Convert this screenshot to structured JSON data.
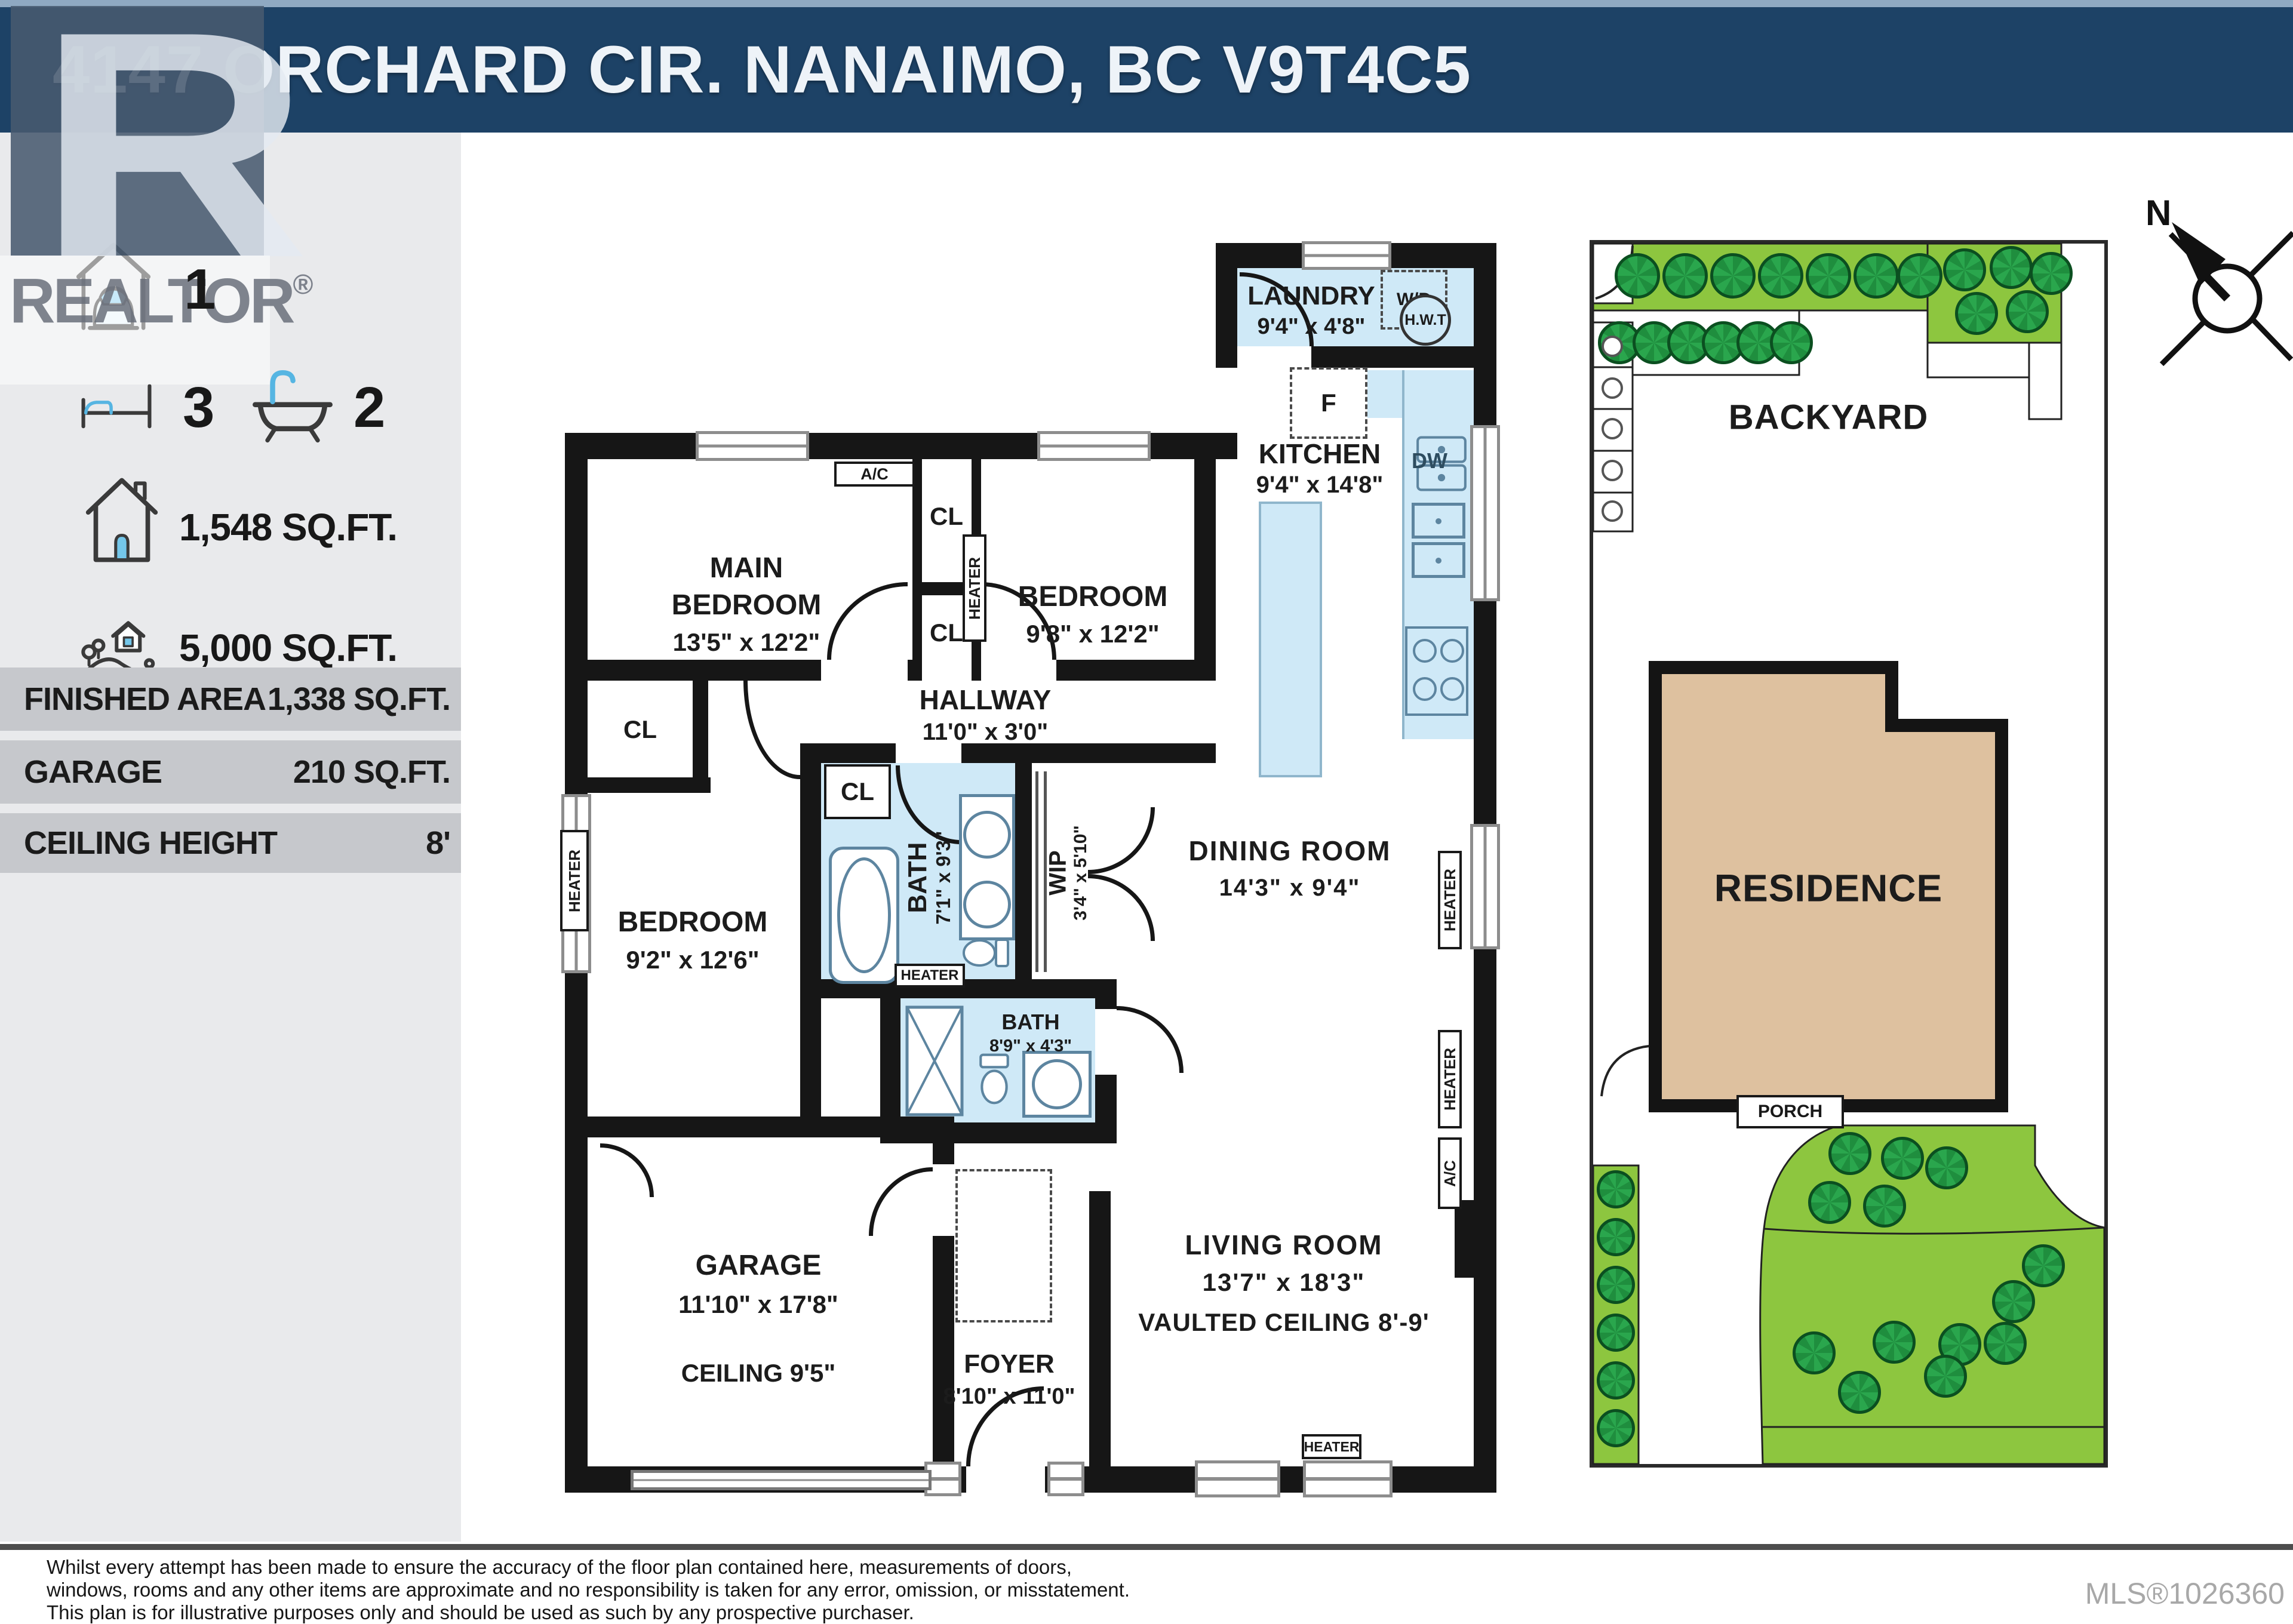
{
  "header": {
    "title": "4147 ORCHARD CIR. NANAIMO, BC V9T4C5"
  },
  "watermark": {
    "letter": "R",
    "brand": "REALTOR",
    "registered": "®"
  },
  "sidebar": {
    "stats": [
      {
        "icon": "garage-icon",
        "value": "1"
      },
      {
        "icon": "bed-icon",
        "value": "3"
      },
      {
        "icon": "bath-icon",
        "value": "2"
      },
      {
        "icon": "house-icon",
        "value": "1,548 SQ.FT."
      },
      {
        "icon": "lot-icon",
        "value": "5,000 SQ.FT."
      }
    ],
    "bands": [
      {
        "label": "FINISHED AREA",
        "value": "1,338 SQ.FT."
      },
      {
        "label": "GARAGE",
        "value": "210 SQ.FT."
      },
      {
        "label": "CEILING HEIGHT",
        "value": "8'"
      }
    ]
  },
  "plan": {
    "rooms": {
      "laundry": {
        "name": "LAUNDRY",
        "dims": "9'4\" x 4'8\""
      },
      "main": {
        "l1": "MAIN",
        "l2": "BEDROOM",
        "dims": "13'5\" x 12'2\""
      },
      "bed2": {
        "name": "BEDROOM",
        "dims": "9'8\" x 12'2\""
      },
      "kitchen": {
        "name": "KITCHEN",
        "dims": "9'4\" x 14'8\""
      },
      "hallway": {
        "name": "HALLWAY",
        "dims": "11'0\" x 3'0\""
      },
      "bed3": {
        "name": "BEDROOM",
        "dims": "9'2\" x 12'6\""
      },
      "bath1": {
        "name": "BATH",
        "dims": "7'1\" x 9'3\""
      },
      "wip": {
        "name": "WIP",
        "dims": "3'4\" x 5'10\""
      },
      "dining": {
        "name": "DINING ROOM",
        "dims": "14'3\" x 9'4\""
      },
      "bath2": {
        "name": "BATH",
        "dims": "8'9\" x 4'3\""
      },
      "garage": {
        "name": "GARAGE",
        "dims": "11'10\" x 17'8\"",
        "note": "CEILING 9'5\""
      },
      "foyer": {
        "name": "FOYER",
        "dims": "8'10\" x 11'0\""
      },
      "living": {
        "name": "LIVING ROOM",
        "dims": "13'7\" x 18'3\"",
        "note": "VAULTED CEILING 8'-9'"
      }
    },
    "labels": {
      "ac": "A/C",
      "cl": "CL",
      "heater": "HEATER",
      "wd": "W/D",
      "hwt": "H.W.T",
      "f": "F",
      "dw": "DW"
    }
  },
  "siteplan": {
    "backyard": "BACKYARD",
    "residence": "RESIDENCE",
    "porch": "PORCH",
    "north": "N"
  },
  "footer": {
    "disclaimer": [
      "Whilst every attempt has been made to ensure the accuracy of the floor plan contained here, measurements of doors,",
      "windows, rooms and any other items are approximate and no responsibility is taken for any error, omission, or misstatement.",
      "This plan is for illustrative purposes only and should be used as such by any prospective purchaser."
    ],
    "mls": "MLS®1026360"
  }
}
